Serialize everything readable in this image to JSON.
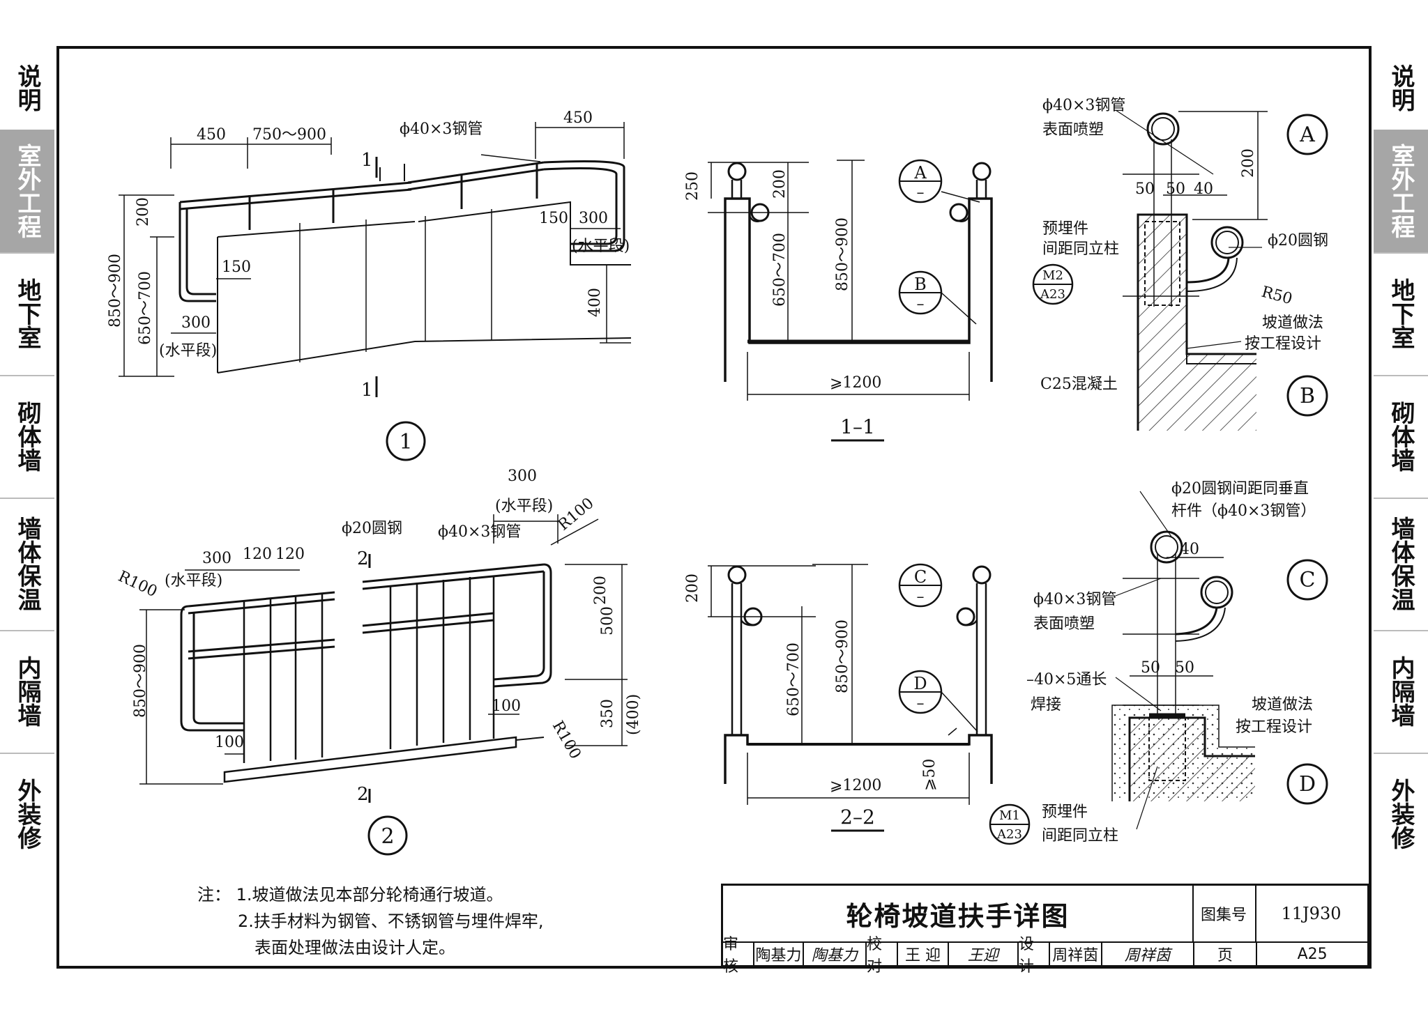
{
  "sidebar_left": [
    {
      "label": "说明",
      "active": false
    },
    {
      "label": "室外工程",
      "active": true
    },
    {
      "label": "地下室",
      "active": false
    },
    {
      "label": "砌体墙",
      "active": false
    },
    {
      "label": "墙体保温",
      "active": false
    },
    {
      "label": "内隔墙",
      "active": false
    },
    {
      "label": "外装修",
      "active": false
    }
  ],
  "sidebar_right": [
    {
      "label": "说明",
      "active": false
    },
    {
      "label": "室外工程",
      "active": true
    },
    {
      "label": "地下室",
      "active": false
    },
    {
      "label": "砌体墙",
      "active": false
    },
    {
      "label": "墙体保温",
      "active": false
    },
    {
      "label": "内隔墙",
      "active": false
    },
    {
      "label": "外装修",
      "active": false
    }
  ],
  "detail1": {
    "dim_450_left": "450",
    "dim_750_900": "750～900",
    "pipe": "ϕ40×3钢管",
    "dim_450_right": "450",
    "dim_150_right": "150",
    "dim_300_right": "300",
    "horizontal_right": "(水平段)",
    "dim_400": "400",
    "dim_200": "200",
    "dim_850_900": "850～900",
    "dim_650_700": "650～700",
    "dim_150_left": "150",
    "dim_300_left": "300",
    "horizontal_left": "(水平段)",
    "cut_top": "1",
    "cut_bottom": "1",
    "number": "1"
  },
  "section11": {
    "dim_250": "250",
    "dim_200": "200",
    "dim_650_700": "650～700",
    "dim_850_900": "850～900",
    "dim_1200": "⩾1200",
    "tag_a": "A",
    "tag_b": "B",
    "tag_dash": "–",
    "title": "1–1"
  },
  "detailA": {
    "pipe": "ϕ40×3钢管",
    "finish": "表面喷塑",
    "dim_200": "200",
    "dim_50a": "50",
    "dim_50b": "50",
    "dim_40": "40",
    "embed": "预埋件",
    "embed_spacing": "间距同立柱",
    "m2": "M2",
    "a23": "A23",
    "rod": "ϕ20圆钢",
    "r50": "R50",
    "ramp": "坡道做法",
    "ramp2": "按工程设计",
    "concrete": "C25混凝土",
    "tag_a": "A",
    "tag_b": "B"
  },
  "detail2": {
    "dim_300_top": "300",
    "horizontal_top": "(水平段)",
    "r100_top": "R100",
    "rod": "ϕ20圆钢",
    "pipe": "ϕ40×3钢管",
    "dim_300": "300",
    "dim_120a": "120",
    "dim_120b": "120",
    "horizontal_left": "(水平段)",
    "r100_left": "R100",
    "dim_200": "200",
    "dim_500": "500",
    "dim_350": "350",
    "dim_400p": "(400)",
    "r100_right": "R100",
    "dim_100_right": "100",
    "dim_100_left": "100",
    "dim_850_900": "850～900",
    "cut_top": "2",
    "cut_bottom": "2",
    "number": "2"
  },
  "section22": {
    "dim_200": "200",
    "dim_650_700": "650～700",
    "dim_850_900": "850～900",
    "dim_1200": "⩾1200",
    "dim_50": "⩾50",
    "tag_c": "C",
    "tag_d": "D",
    "tag_dash": "–",
    "title": "2–2"
  },
  "detailC": {
    "rod_note1": "ϕ20圆钢间距同垂直",
    "rod_note2": "杆件（ϕ40×3钢管）",
    "dim_40": "40",
    "pipe": "ϕ40×3钢管",
    "finish": "表面喷塑",
    "plate": "–40×5通长",
    "weld": "焊接",
    "dim_50a": "50",
    "dim_50b": "50",
    "ramp": "坡道做法",
    "ramp2": "按工程设计",
    "m1": "M1",
    "a23": "A23",
    "embed": "预埋件",
    "embed_spacing": "间距同立柱",
    "tag_c": "C",
    "tag_d": "D"
  },
  "notes": {
    "prefix": "注：",
    "line1": "1.坡道做法见本部分轮椅通行坡道。",
    "line2": "2.扶手材料为钢管、不锈钢管与埋件焊牢,",
    "line3": "表面处理做法由设计人定。"
  },
  "title_block": {
    "title": "轮椅坡道扶手详图",
    "atlas_label": "图集号",
    "atlas_value": "11J930",
    "page_label": "页",
    "page_value": "A25",
    "review_label": "审核",
    "review_name": "陶基力",
    "review_sign": "陶基力",
    "check_label": "校对",
    "check_name": "王 迎",
    "check_sign": "王迎",
    "design_label": "设计",
    "design_name": "周祥茵",
    "design_sign": "周祥茵"
  }
}
